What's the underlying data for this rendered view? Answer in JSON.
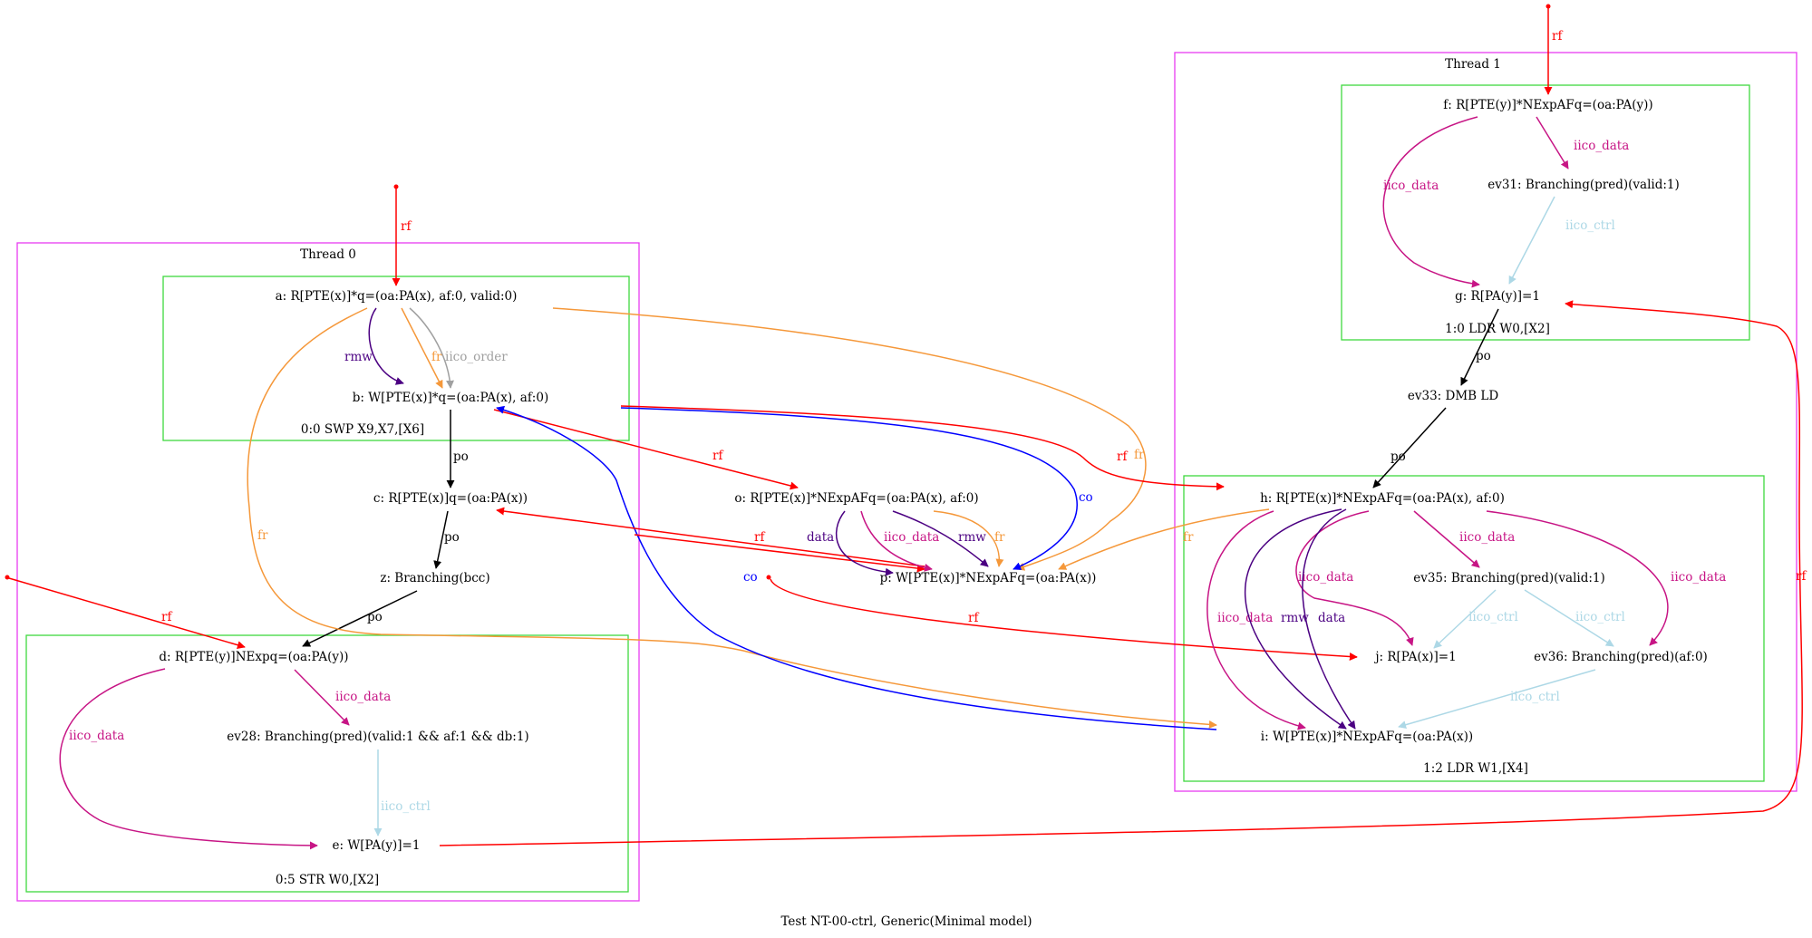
{
  "caption": "Test NT-00-ctrl, Generic(Minimal model)",
  "colors": {
    "thread_box": "#e83bf0",
    "instr_box": "#3fd93f",
    "rf": "#ff0000",
    "fr": "#f5983a",
    "co": "#0000ff",
    "po": "#000000",
    "rmw": "#4b0082",
    "data": "#4b0082",
    "iico_data": "#c71585",
    "iico_ctrl": "#add8e6",
    "iico_order": "#a0a0a0"
  },
  "threads": [
    {
      "label": "Thread 0"
    },
    {
      "label": "Thread 1"
    }
  ],
  "instructions": [
    {
      "label": "0:0 SWP X9,X7,[X6]"
    },
    {
      "label": "0:5 STR W0,[X2]"
    },
    {
      "label": "1:0 LDR W0,[X2]"
    },
    {
      "label": "1:2 LDR W1,[X4]"
    }
  ],
  "nodes": {
    "a": "a: R[PTE(x)]*q=(oa:PA(x), af:0, valid:0)",
    "b": "b: W[PTE(x)]*q=(oa:PA(x), af:0)",
    "c": "c: R[PTE(x)]q=(oa:PA(x))",
    "z": "z: Branching(bcc)",
    "d": "d: R[PTE(y)]NExpq=(oa:PA(y))",
    "ev28": "ev28: Branching(pred)(valid:1 && af:1 && db:1)",
    "e": "e: W[PA(y)]=1",
    "o": "o: R[PTE(x)]*NExpAFq=(oa:PA(x), af:0)",
    "p": "p: W[PTE(x)]*NExpAFq=(oa:PA(x))",
    "f": "f: R[PTE(y)]*NExpAFq=(oa:PA(y))",
    "ev31": "ev31: Branching(pred)(valid:1)",
    "g": "g: R[PA(y)]=1",
    "ev33": "ev33: DMB LD",
    "h": "h: R[PTE(x)]*NExpAFq=(oa:PA(x), af:0)",
    "ev35": "ev35: Branching(pred)(valid:1)",
    "j": "j: R[PA(x)]=1",
    "ev36": "ev36: Branching(pred)(af:0)",
    "i": "i: W[PTE(x)]*NExpAFq=(oa:PA(x))"
  },
  "edge_labels": {
    "rf": "rf",
    "fr": "fr",
    "co": "co",
    "po": "po",
    "rmw": "rmw",
    "data": "data",
    "iico_data": "iico_data",
    "iico_ctrl": "iico_ctrl",
    "iico_order": "iico_order"
  }
}
